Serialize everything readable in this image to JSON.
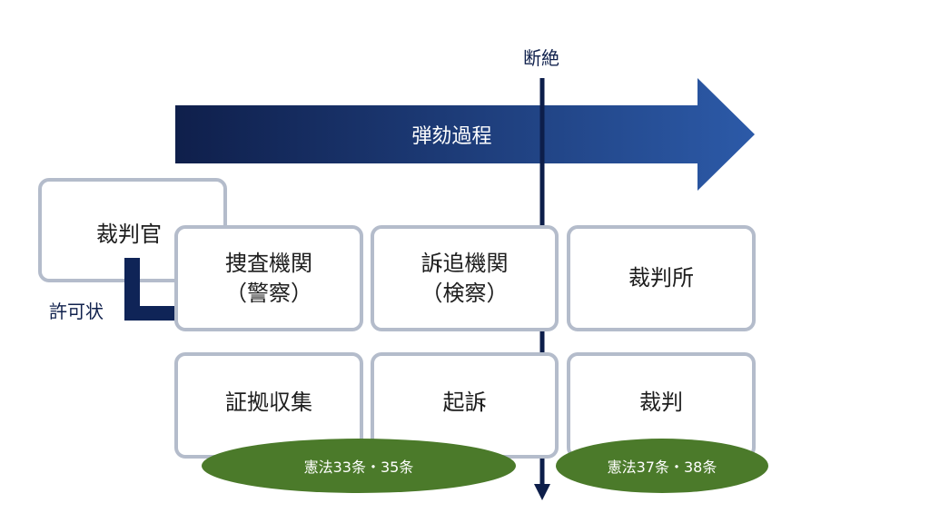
{
  "labels": {
    "cutoff": "断絶",
    "process": "弾劾過程",
    "warrant": "許可状"
  },
  "boxes": {
    "judge": "裁判官",
    "investigation_line1": "捜査機関",
    "investigation_line2": "（警察）",
    "prosecution_line1": "訴追機関",
    "prosecution_line2": "（検察）",
    "court": "裁判所",
    "evidence": "証拠収集",
    "indictment": "起訴",
    "trial": "裁判"
  },
  "ellipses": {
    "left": "憲法33条・35条",
    "right": "憲法37条・38条"
  },
  "colors": {
    "arrow_start": "#0f1f4b",
    "arrow_end": "#2c5aa8",
    "vertical_line": "#0d1e4a",
    "box_border": "#b4bccb",
    "ellipse": "#4b7a2a"
  }
}
